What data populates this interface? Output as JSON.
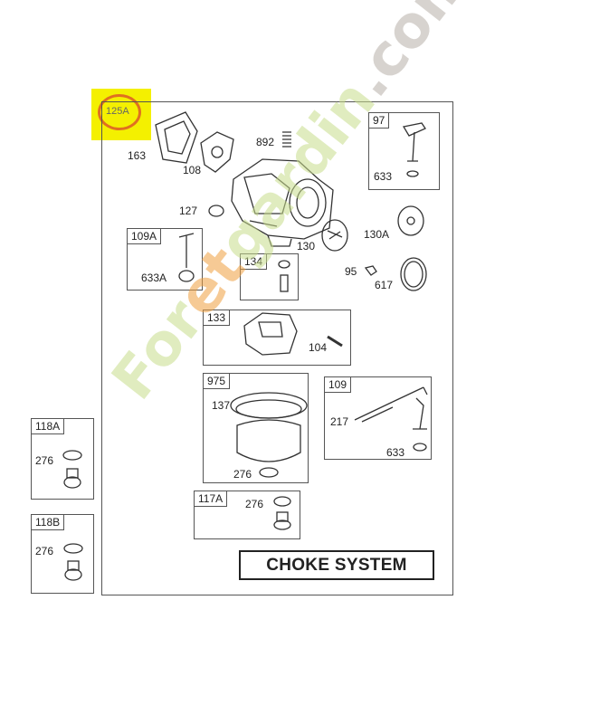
{
  "diagram": {
    "title": "CHOKE SYSTEM",
    "assembly_label": "125A",
    "watermark": {
      "text_orange_part": "et",
      "text_pre": "For",
      "text_post": "gardin",
      "domain": ".com"
    },
    "loose_labels": {
      "l163": "163",
      "l108": "108",
      "l892": "892",
      "l127": "127",
      "l130": "130",
      "l130a": "130A",
      "l95": "95",
      "l617": "617",
      "l104": "104",
      "l137": "137",
      "l276_975": "276"
    },
    "boxes": {
      "b97": {
        "label": "97",
        "parts": [
          "633"
        ]
      },
      "b109a": {
        "label": "109A",
        "parts": [
          "633A"
        ]
      },
      "b134": {
        "label": "134"
      },
      "b133": {
        "label": "133"
      },
      "b975": {
        "label": "975"
      },
      "b109": {
        "label": "109",
        "parts": [
          "217",
          "633"
        ]
      },
      "b118a": {
        "label": "118A",
        "parts": [
          "276"
        ]
      },
      "b118b": {
        "label": "118B",
        "parts": [
          "276"
        ]
      },
      "b117a": {
        "label": "117A",
        "parts": [
          "276"
        ]
      }
    },
    "colors": {
      "highlight": "#f4f000",
      "highlight_ring": "#e07020",
      "watermark_green": "#c8dd8c",
      "watermark_orange": "#f0a040",
      "watermark_grey": "#b8b0a8"
    }
  }
}
